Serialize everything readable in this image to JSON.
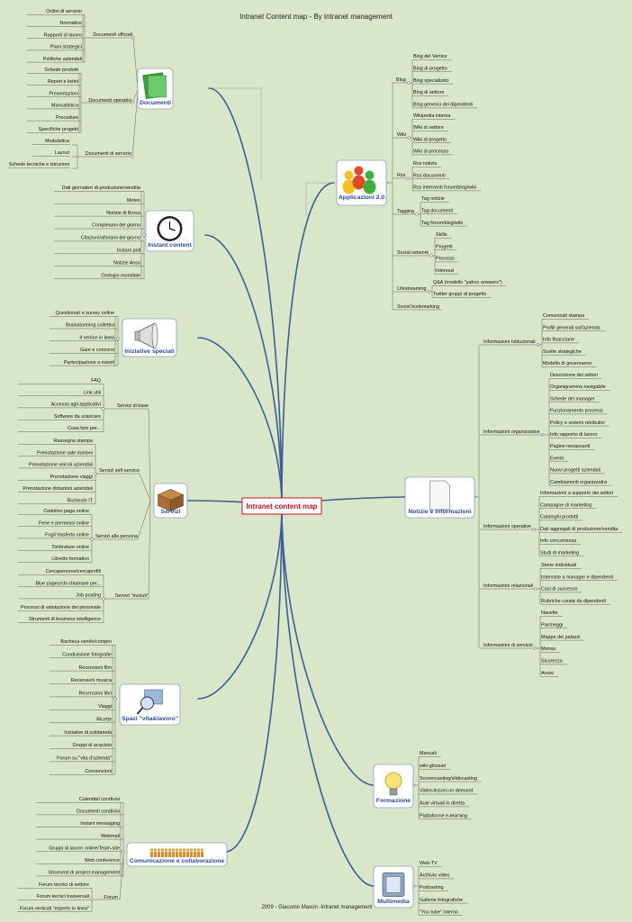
{
  "title": "Intranet Content map - By Intranet management",
  "footer": "2009 - Giacomo Mason -Intranet management",
  "center": "Intranet content map",
  "colors": {
    "background": "#d9e6c7",
    "line": "#3a5f9a",
    "center_text": "#c0161c",
    "node_text": "#2a4b9a"
  },
  "nodes": {
    "documenti": {
      "label": "Documenti",
      "icon": "document-icon"
    },
    "applicazioni": {
      "label": "Applicazioni 2.0",
      "icon": "people-icon"
    },
    "instant": {
      "label": "Instant content",
      "icon": "clock-icon"
    },
    "iniziative": {
      "label": "Iniziative speciali",
      "icon": "megaphone-icon"
    },
    "servizi": {
      "label": "Servizi",
      "icon": "box-icon"
    },
    "notizie": {
      "label": "Notizie e informazioni",
      "icon": "paper-icon"
    },
    "spazi": {
      "label": "Spazi \"vita&lavoro\"",
      "icon": "magnifier-icon"
    },
    "formazione": {
      "label": "Formazione",
      "icon": "lightbulb-icon"
    },
    "comunicazione": {
      "label": "Comunicazione e collaborazione",
      "icon": "people-row-icon"
    },
    "multimedia": {
      "label": "Multimedia",
      "icon": "film-icon"
    }
  },
  "documenti": {
    "groups": [
      {
        "label": "Documenti ufficiali",
        "items": [
          "Ordini di servizio",
          "Normative",
          "Rapporti di lavoro",
          "Piani strategici",
          "Politiche aziendali"
        ]
      },
      {
        "label": "Documenti operativi",
        "items": [
          "Schede prodotti",
          "Report e listini",
          "Presentazioni",
          "Manualistica",
          "Procedure",
          "Specifiche progetti"
        ]
      },
      {
        "label": "Documenti di servizio",
        "items": [
          "Modulistica",
          "Layout",
          "Schede tecniche e istruzioni"
        ]
      }
    ]
  },
  "instant": [
    "Dati giornalieri di produzione/vendita",
    "Meteo",
    "Notizie di Borsa",
    "Compleanni del giorno",
    "Citazioni/aforismi del giorno",
    "Instant poll",
    "Notizie Ansa",
    "Orologio mondiale"
  ],
  "iniziative": [
    "Questionari e survey online",
    "Brainstorming collettivi",
    "Il vertice in linea",
    "Gare e concorsi",
    "Partecipazione a eventi"
  ],
  "servizi": {
    "groups": [
      {
        "label": "Servizi di base",
        "items": [
          "FAQ",
          "Link utili",
          "Accesso agli applicativi",
          "Software da scaricare",
          "Cosa fare per..."
        ]
      },
      {
        "label": "Servizi self-service",
        "items": [
          "Rassegna stampa",
          "Prenotazione sale riunioni",
          "Prenotazione veicoli aziendali",
          "Prenotazione viaggi",
          "Prenotazione dotazioni aziendali",
          "Richieste IT"
        ]
      },
      {
        "label": "Servizi alla persona",
        "items": [
          "Cedolino paga online",
          "Ferie e permessi online",
          "Fogli trasferta online",
          "Timbrature online",
          "Libretto formativo"
        ]
      },
      {
        "label": "Servizi \"evoluti\"",
        "items": [
          "Cercapersone/cercaprofili",
          "Blue pages/chi chiamare per...",
          "Job posting",
          "Processi di valutazione del personale",
          "Strumenti di business intelligence"
        ]
      }
    ]
  },
  "spazi": [
    "Bacheca vendo/compro",
    "Condivisione fotografie",
    "Recensioni film",
    "Recensioni musica",
    "Recensioni libri",
    "Viaggi",
    "Ricette",
    "Iniziative di solidarietà",
    "Gruppi di acquisto",
    "Forum su \"vita d'azienda\"",
    "Convenzioni"
  ],
  "comunicazione": {
    "items": [
      "Calendari condivisi",
      "Documenti condivisi",
      "Instant messaging",
      "Webmail",
      "Gruppi di lavoro online/Team-site",
      "Web conference",
      "Strumenti di project management"
    ],
    "forum": {
      "label": "Forum",
      "items": [
        "Forum tecnici di settore",
        "Forum tecnici trasversali",
        "Forum verticali \"esperto in linea\""
      ]
    }
  },
  "applicazioni": {
    "groups": [
      {
        "label": "Blog",
        "items": [
          "Blog del Vertice",
          "Blog di progetto",
          "Blog specialistici",
          "Blog di settore",
          "Blog generici dei dipendenti"
        ]
      },
      {
        "label": "Wiki",
        "items": [
          "Wikipedia interna",
          "Wiki di settore",
          "Wiki di progetto",
          "Wiki di processo"
        ]
      },
      {
        "label": "Rss",
        "items": [
          "Rss notizie",
          "Rss documenti",
          "Rss interventi forum/blog/wiki"
        ]
      },
      {
        "label": "Tagging",
        "items": [
          "Tag notizie",
          "Tag documenti",
          "Tag forum/blog/wiki"
        ]
      },
      {
        "label": "Social network",
        "items": [
          "Skills",
          "Progetti",
          "Processi",
          "Interessi"
        ]
      },
      {
        "label": "Lifestreaming",
        "items": [
          "Q&A (modello \"yahoo answers\")",
          "Twitter gruppi di progetto"
        ]
      },
      {
        "label": "Social bookmarking",
        "items": []
      }
    ]
  },
  "notizie": {
    "groups": [
      {
        "label": "Informazioni Istituzionali",
        "items": [
          "Comunicati stampa",
          "Profili generali sull'azienda",
          "Info finanziarie",
          "Scelte strategiche",
          "Modello di governance"
        ]
      },
      {
        "label": "Informazioni organizzative",
        "items": [
          "Descrizione dei settori",
          "Organigramma navigabile",
          "Schede dei manager",
          "Funzionamento processi",
          "Policy e sistemi retributivi",
          "Info rapporto di lavoro",
          "Pagine neoassunti",
          "Eventi",
          "Nuovi progetti aziendali",
          "Cambiamenti organizzativi"
        ]
      },
      {
        "label": "Informazioni operative",
        "items": [
          "Informazioni a supporto dei settori",
          "Campagne di marketing",
          "Cataloghi prodotti",
          "Dati aggregati di produzione/vendita",
          "Info concorrenza",
          "Studi di marketing"
        ]
      },
      {
        "label": "Informazioni relazionali",
        "items": [
          "Storie individuali",
          "Interviste a manager e dipendenti",
          "Casi di successo",
          "Rubriche curate da dipendenti"
        ]
      },
      {
        "label": "Informazioni di servizio",
        "items": [
          "Navette",
          "Parcheggi",
          "Mappe dei palazzi",
          "Mensa",
          "Sicurezza",
          "Avvisi"
        ]
      }
    ]
  },
  "formazione": [
    "Manuali",
    "wiki-glossari",
    "Screencasting/slidecasting",
    "Video-lezioni on demand",
    "Aule virtuali in diretta",
    "Piattaforme e-learning"
  ],
  "multimedia": [
    "Web-TV",
    "Archivio video",
    "Podcasting",
    "Gallerie fotografiche",
    "\"You tube\" interno"
  ]
}
